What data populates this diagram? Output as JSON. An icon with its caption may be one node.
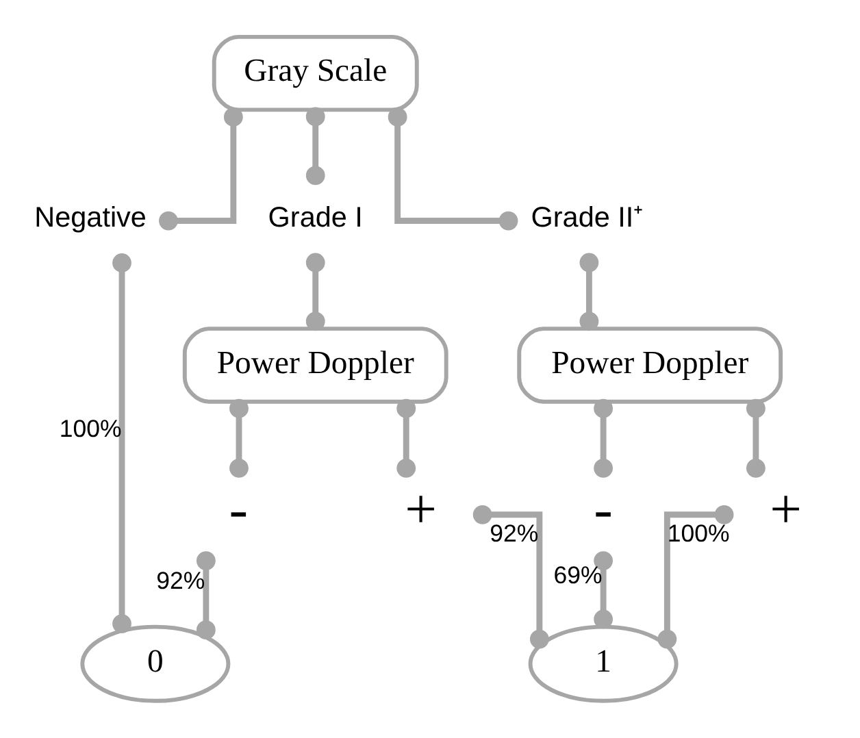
{
  "diagram": {
    "nodes": [
      {
        "text": [
          "Gray Scale"
        ]
      },
      {
        "text": [
          "Negative"
        ]
      },
      {
        "text": [
          "Grade I"
        ]
      },
      {
        "text": [
          "Grade II⁺"
        ]
      },
      {
        "text": [
          "Power Doppler"
        ]
      },
      {
        "text": [
          "Power Doppler"
        ]
      },
      {
        "text": [
          "-"
        ]
      },
      {
        "text": [
          "+"
        ]
      },
      {
        "text": [
          "-"
        ]
      },
      {
        "text": [
          "+"
        ]
      },
      {
        "text": [
          "0"
        ]
      },
      {
        "text": [
          "1"
        ]
      }
    ],
    "edges": [
      {
        "from": 0,
        "to": 1,
        "arrow": "other"
      },
      {
        "from": 0,
        "to": 2,
        "arrow": "other"
      },
      {
        "from": 0,
        "to": 3,
        "arrow": "other"
      },
      {
        "from": 2,
        "to": 4,
        "arrow": "other"
      },
      {
        "from": 3,
        "to": 5,
        "arrow": "other"
      },
      {
        "from": 4,
        "to": 6,
        "arrow": "other"
      },
      {
        "from": 4,
        "to": 7,
        "arrow": "other"
      },
      {
        "from": 5,
        "to": 8,
        "arrow": "other"
      },
      {
        "from": 5,
        "to": 9,
        "arrow": "other"
      },
      {
        "from": 1,
        "to": 10,
        "arrow": "other",
        "label": "100%"
      },
      {
        "from": 6,
        "to": 10,
        "arrow": "other",
        "label": "92%"
      },
      {
        "from": 7,
        "to": 11,
        "arrow": "other",
        "label": "92%"
      },
      {
        "from": 8,
        "to": 11,
        "arrow": "other",
        "label": "69%"
      },
      {
        "from": 9,
        "to": 11,
        "arrow": "other",
        "label": "100%"
      }
    ]
  }
}
